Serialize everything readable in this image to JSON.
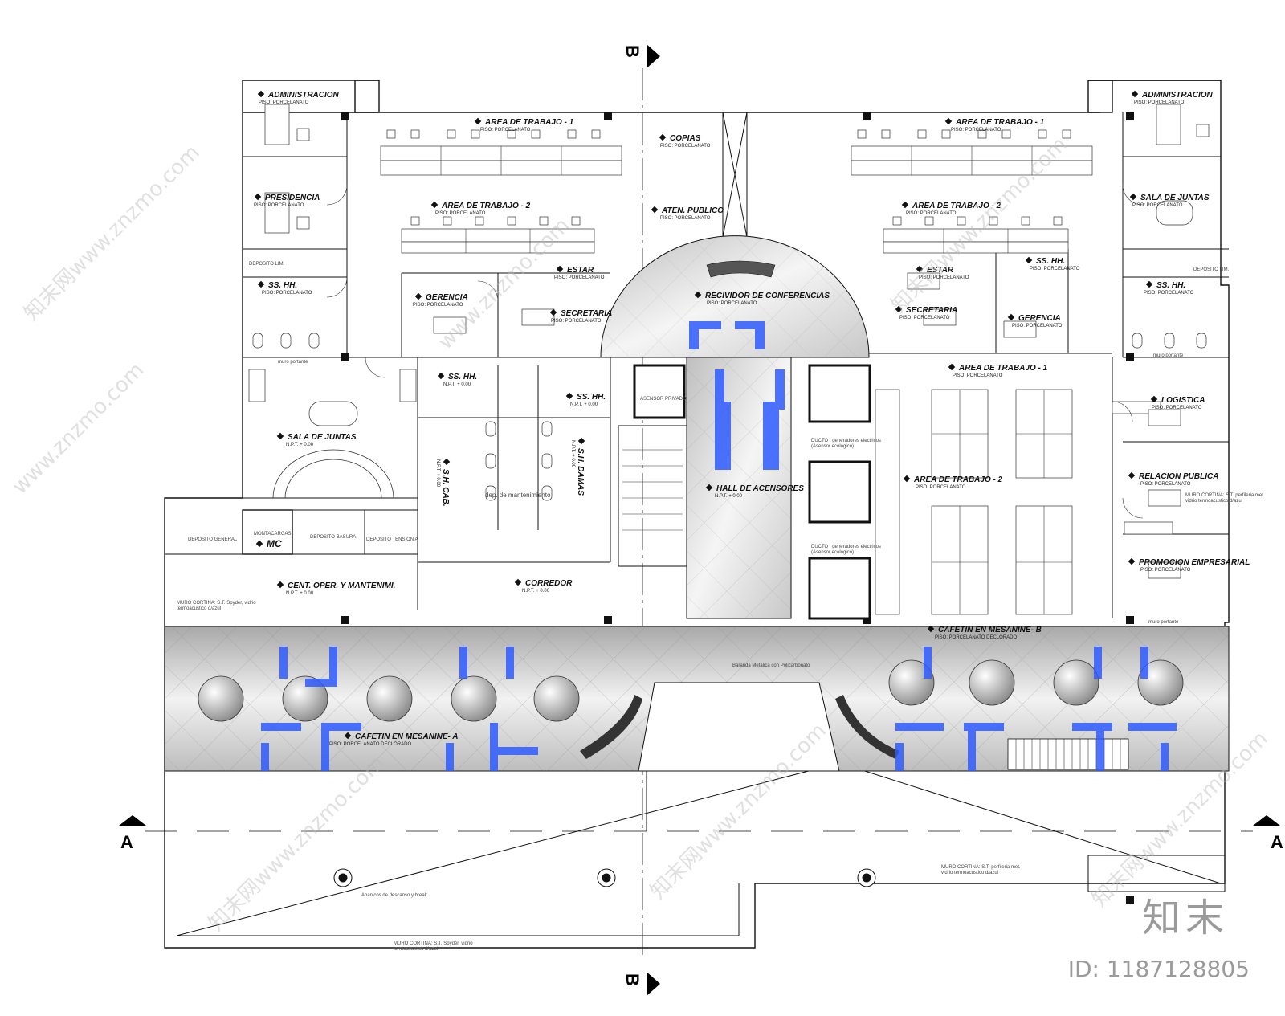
{
  "rooms": {
    "admin_left": {
      "name": "ADMINISTRACION",
      "floor": "PISO: PORCELANATO"
    },
    "admin_right": {
      "name": "ADMINISTRACION",
      "floor": "PISO: PORCELANATO"
    },
    "area1_left": {
      "name": "AREA DE TRABAJO - 1",
      "floor": "PISO: PORCELANATO"
    },
    "area1_right": {
      "name": "AREA DE TRABAJO - 1",
      "floor": "PISO: PORCELANATO"
    },
    "copias": {
      "name": "COPIAS",
      "floor": "PISO: PORCELANATO"
    },
    "presidencia": {
      "name": "PRESIDENCIA",
      "floor": "PISO: PORCELANATO"
    },
    "area2_left": {
      "name": "AREA DE TRABAJO - 2",
      "floor": "PISO: PORCELANATO"
    },
    "aten_publico": {
      "name": "ATEN. PUBLICO",
      "floor": "PISO: PORCELANATO"
    },
    "area2_right": {
      "name": "AREA DE TRABAJO - 2",
      "floor": "PISO: PORCELANATO"
    },
    "sala_juntas_right": {
      "name": "SALA DE JUNTAS",
      "floor": "PISO: PORCELANATO"
    },
    "estar_left": {
      "name": "ESTAR",
      "floor": "PISO: PORCELANATO"
    },
    "ss_hh_mid_right": {
      "name": "SS. HH.",
      "floor": "PISO: PORCELANATO"
    },
    "estar_right": {
      "name": "ESTAR",
      "floor": "PISO: PORCELANATO"
    },
    "ss_hh_left": {
      "name": "SS. HH.",
      "floor": "PISO: PORCELANATO"
    },
    "ss_hh_right": {
      "name": "SS. HH.",
      "floor": "PISO: PORCELANATO"
    },
    "recibidor": {
      "name": "RECIVIDOR DE CONFERENCIAS",
      "floor": "PISO: PORCELANATO"
    },
    "gerencia_left": {
      "name": "GERENCIA",
      "floor": "PISO: PORCELANATO"
    },
    "secretaria_left": {
      "name": "SECRETARIA",
      "floor": "PISO: PORCELANATO"
    },
    "secretaria_right": {
      "name": "SECRETARIA",
      "floor": "PISO: PORCELANATO"
    },
    "gerencia_right": {
      "name": "GERENCIA",
      "floor": "PISO: PORCELANATO"
    },
    "area1_lower": {
      "name": "AREA DE TRABAJO - 1",
      "floor": "PISO: PORCELANATO"
    },
    "ss_hh_a": {
      "name": "SS. HH.",
      "floor": "N.P.T. + 0.00"
    },
    "ss_hh_b": {
      "name": "SS. HH.",
      "floor": "N.P.T. + 0.00"
    },
    "logistica": {
      "name": "LOGISTICA",
      "floor": "PISO: PORCELANATO"
    },
    "sala_juntas_left": {
      "name": "SALA DE JUNTAS",
      "floor": "N.P.T. + 0.00"
    },
    "sh_cab": {
      "name": "S.H. CAB.",
      "floor": "N.P.T. + 0.00"
    },
    "sh_damas": {
      "name": "S.H. DAMAS",
      "floor": "N.P.T. + 0.00"
    },
    "area2_lower": {
      "name": "AREA DE TRABAJO - 2",
      "floor": "PISO: PORCELANATO"
    },
    "relacion_publica": {
      "name": "RELACION PUBLICA",
      "floor": "PISO: PORCELANATO"
    },
    "hall": {
      "name": "HALL DE ACENSORES",
      "floor": "N.P.T. + 0.00"
    },
    "promocion": {
      "name": "PROMOCION EMPRESARIAL",
      "floor": "PISO: PORCELANATO"
    },
    "cent_oper": {
      "name": "CENT. OPER. Y MANTENIMI.",
      "floor": "N.P.T. + 0.00"
    },
    "corredor": {
      "name": "CORREDOR",
      "floor": "N.P.T. + 0.00"
    },
    "cafetin_b": {
      "name": "CAFETIN EN MESANINE- B",
      "floor": "PISO: PORCELANATO DECLORADO"
    },
    "cafetin_a": {
      "name": "CAFETIN EN MESANINE- A",
      "floor": "PISO: PORCELANATO DECLORADO"
    }
  },
  "small_labels": {
    "deposito_lim_left": "DEPOSITO LIM.",
    "deposito_lim_right": "DEPOSITO LIM.",
    "muro_portante_left": "muro portante",
    "muro_portante_right": "muro portante",
    "muro_portante_lower": "muro portante",
    "asensor_privado": "ASENSOR PRIVADO",
    "deposito_general": "DEPOSITO GENERAL",
    "montacargas": "MONTACARGAS",
    "mc": "MC",
    "deposito_basura": "DEPOSITO BASURA",
    "deposito_tension": "DEPOSITO TENSION A",
    "dep_mantenimiento": "dep. de mantenimiento",
    "ducto_1": "DUCTO : generadores electricos (Asensor ecologico)",
    "ducto_2": "DUCTO : generadores electricos (Asensor ecologico)",
    "muro_cortina_right": "MURO CORTINA: S.T. perfileria met. vidrio termoacustico d/azul",
    "muro_cortina_left": "MURO CORTINA: S.T. Spyder, vidrio termoacustico d/azul",
    "muro_cortina_bottom": "MURO CORTINA: S.T. perfileria met. vidrio termoacustico d/azul",
    "muro_cortina_bottom_left": "MURO CORTINA: S.T. Spyder, vidrio termoacustico d/azul",
    "baranda": "Baranda Metalica con Policarbonato",
    "abanicos": "Abanicos de descanso y break"
  },
  "section_marks": {
    "b_top": "B",
    "b_bottom": "B",
    "a_left": "A",
    "a_right": "A"
  },
  "watermark": {
    "site": "www.znzmo.com",
    "brand": "知末网",
    "logo": "知末",
    "id": "ID: 1187128805"
  },
  "colors": {
    "line": "#111111",
    "blue": "#2f5bff",
    "floor_gray": "#d9d9d9"
  }
}
